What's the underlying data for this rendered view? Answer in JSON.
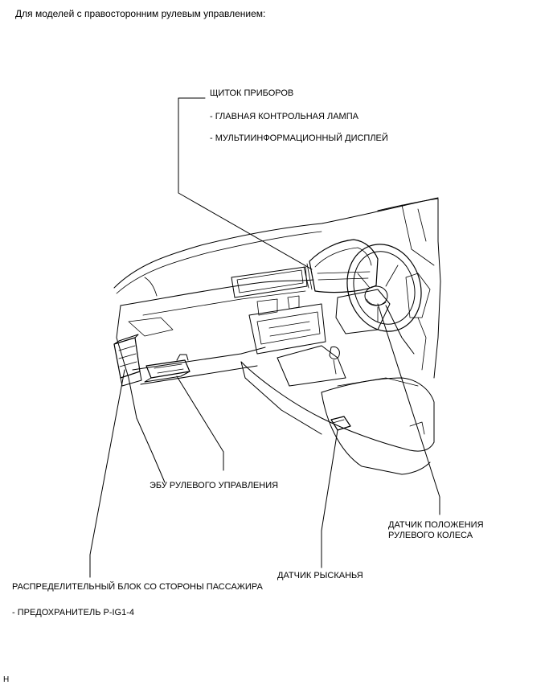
{
  "header": "Для моделей с правосторонним рулевым управлением:",
  "labels": {
    "meter": "ЩИТОК ПРИБОРОВ",
    "meter_item1": "- ГЛАВНАЯ КОНТРОЛЬНАЯ ЛАМПА",
    "meter_item2": "- МУЛЬТИИНФОРМАЦИОННЫЙ ДИСПЛЕЙ",
    "steering_ecu": "ЭБУ РУЛЕВОГО УПРАВЛЕНИЯ",
    "steering_sensor_line1": "ДАТЧИК ПОЛОЖЕНИЯ",
    "steering_sensor_line2": "РУЛЕВОГО КОЛЕСА",
    "yaw_sensor": "ДАТЧИК РЫСКАНЬЯ",
    "junction_block": "РАСПРЕДЕЛИТЕЛЬНЫЙ БЛОК СО СТОРОНЫ ПАССАЖИРА",
    "fuse": "- ПРЕДОХРАНИТЕЛЬ P-IG1-4"
  },
  "footer_code": "H"
}
